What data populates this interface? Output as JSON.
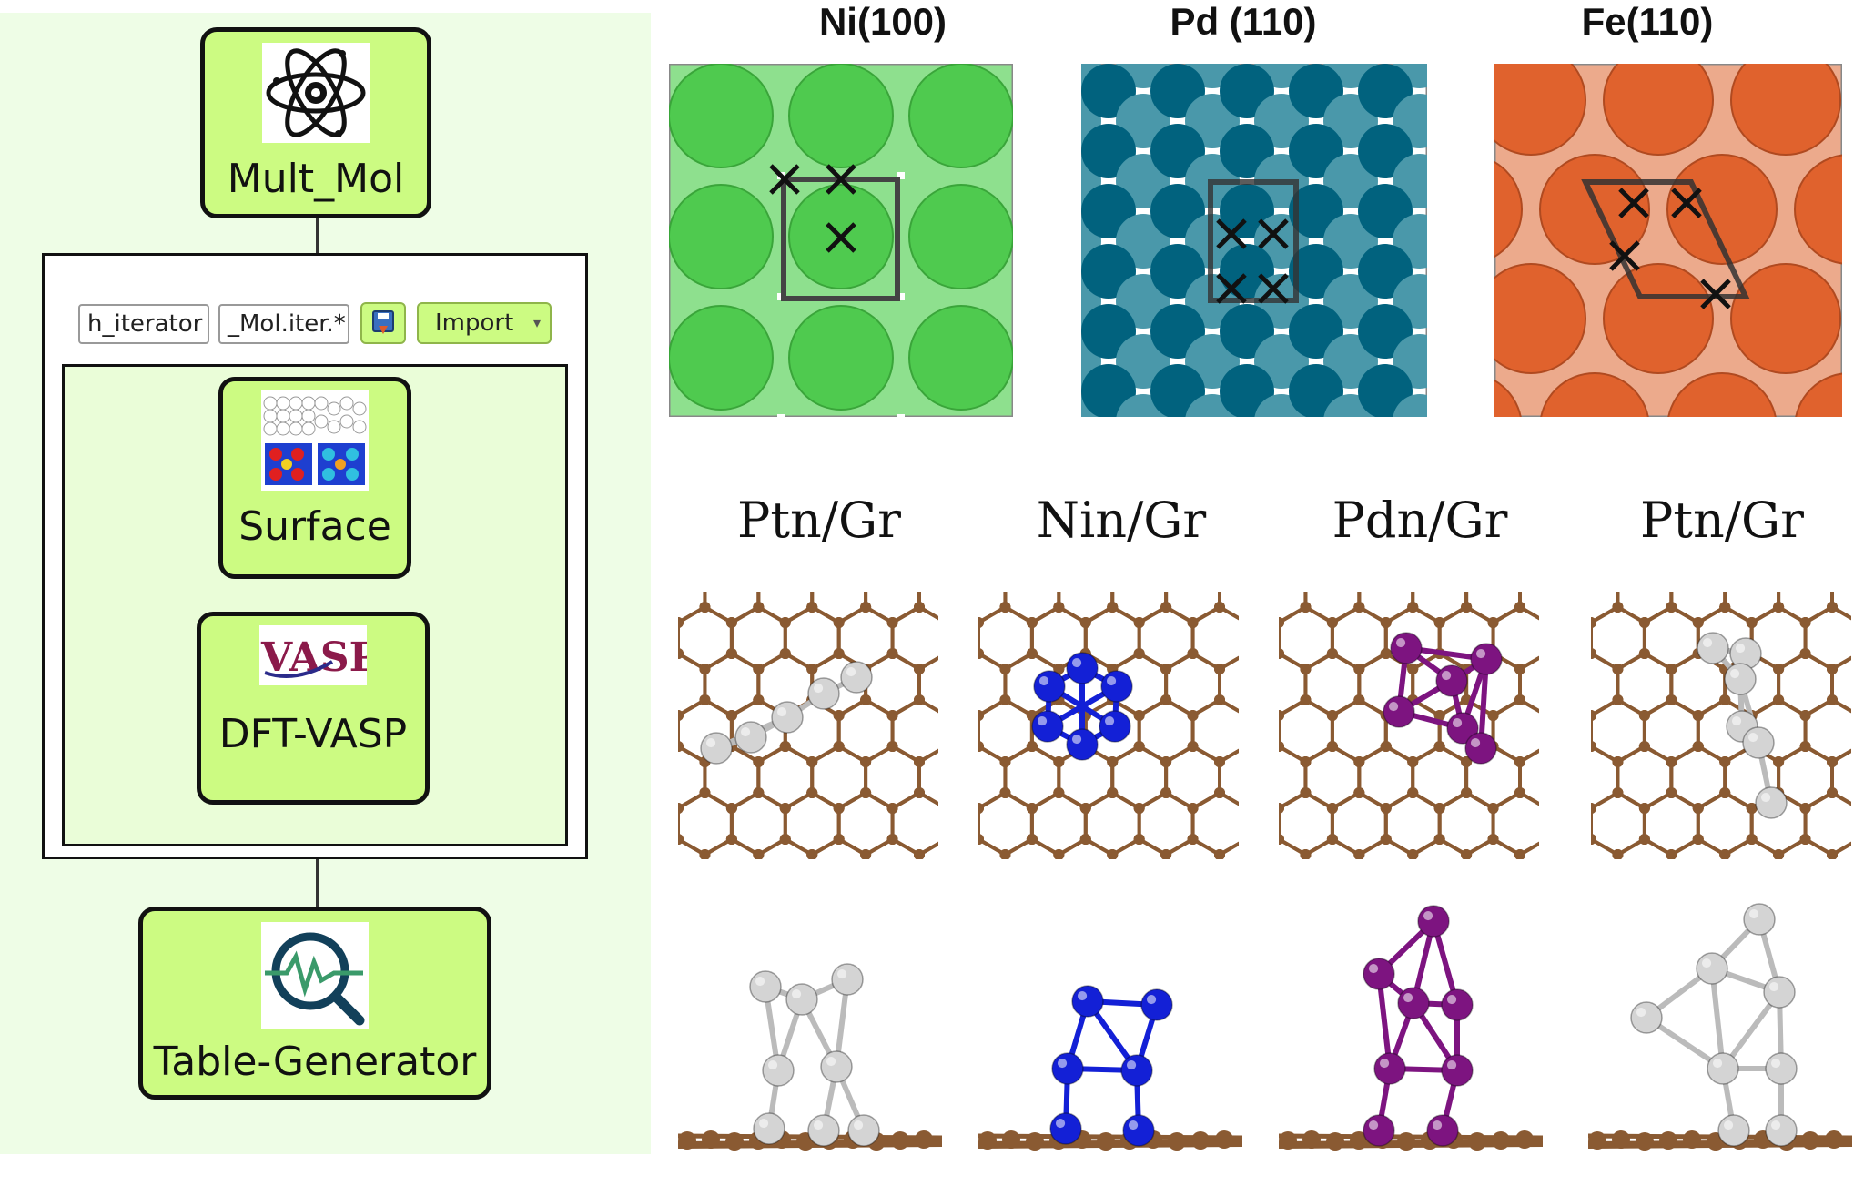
{
  "workflow": {
    "nodes": {
      "mult_mol": "Mult_Mol",
      "surface": "Surface",
      "dft_vasp": "DFT-VASP",
      "table_generator": "Table-Generator"
    },
    "loop_toolbar": {
      "iterator_field": "h_iterator",
      "pattern_field": "_Mol.iter.*",
      "import_button": "Import",
      "vasp_logo_text": "VASP"
    }
  },
  "surfaces": {
    "titles": [
      "Ni(100)",
      "Pd (110)",
      "Fe(110)"
    ],
    "colors": {
      "ni_bg": "#8ee08e",
      "ni_atom": "#4fca4f",
      "pd_dark": "#01627e",
      "pd_light": "#4a98aa",
      "fe_bg": "#ecaa8c",
      "fe_atom": "#e0622d"
    }
  },
  "clusters": {
    "titles": [
      "Ptn/Gr",
      "Nin/Gr",
      "Pdn/Gr",
      "Ptn/Gr"
    ],
    "colors": {
      "graphene": "#8a5a32",
      "pt": "#d4d4d4",
      "ni": "#1320d6",
      "pd": "#7d1480"
    }
  }
}
